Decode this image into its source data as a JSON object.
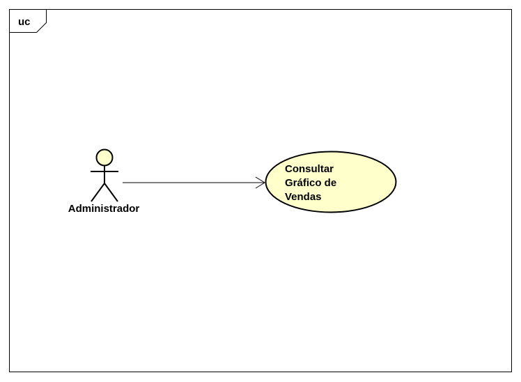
{
  "frame": {
    "tag": "uc"
  },
  "actor": {
    "name": "Administrador"
  },
  "use_case": {
    "lines": [
      "Consultar",
      "Gráfico de",
      "Vendas"
    ]
  },
  "colors": {
    "fill": "#ffffcc",
    "stroke": "#000000",
    "background": "#ffffff"
  }
}
